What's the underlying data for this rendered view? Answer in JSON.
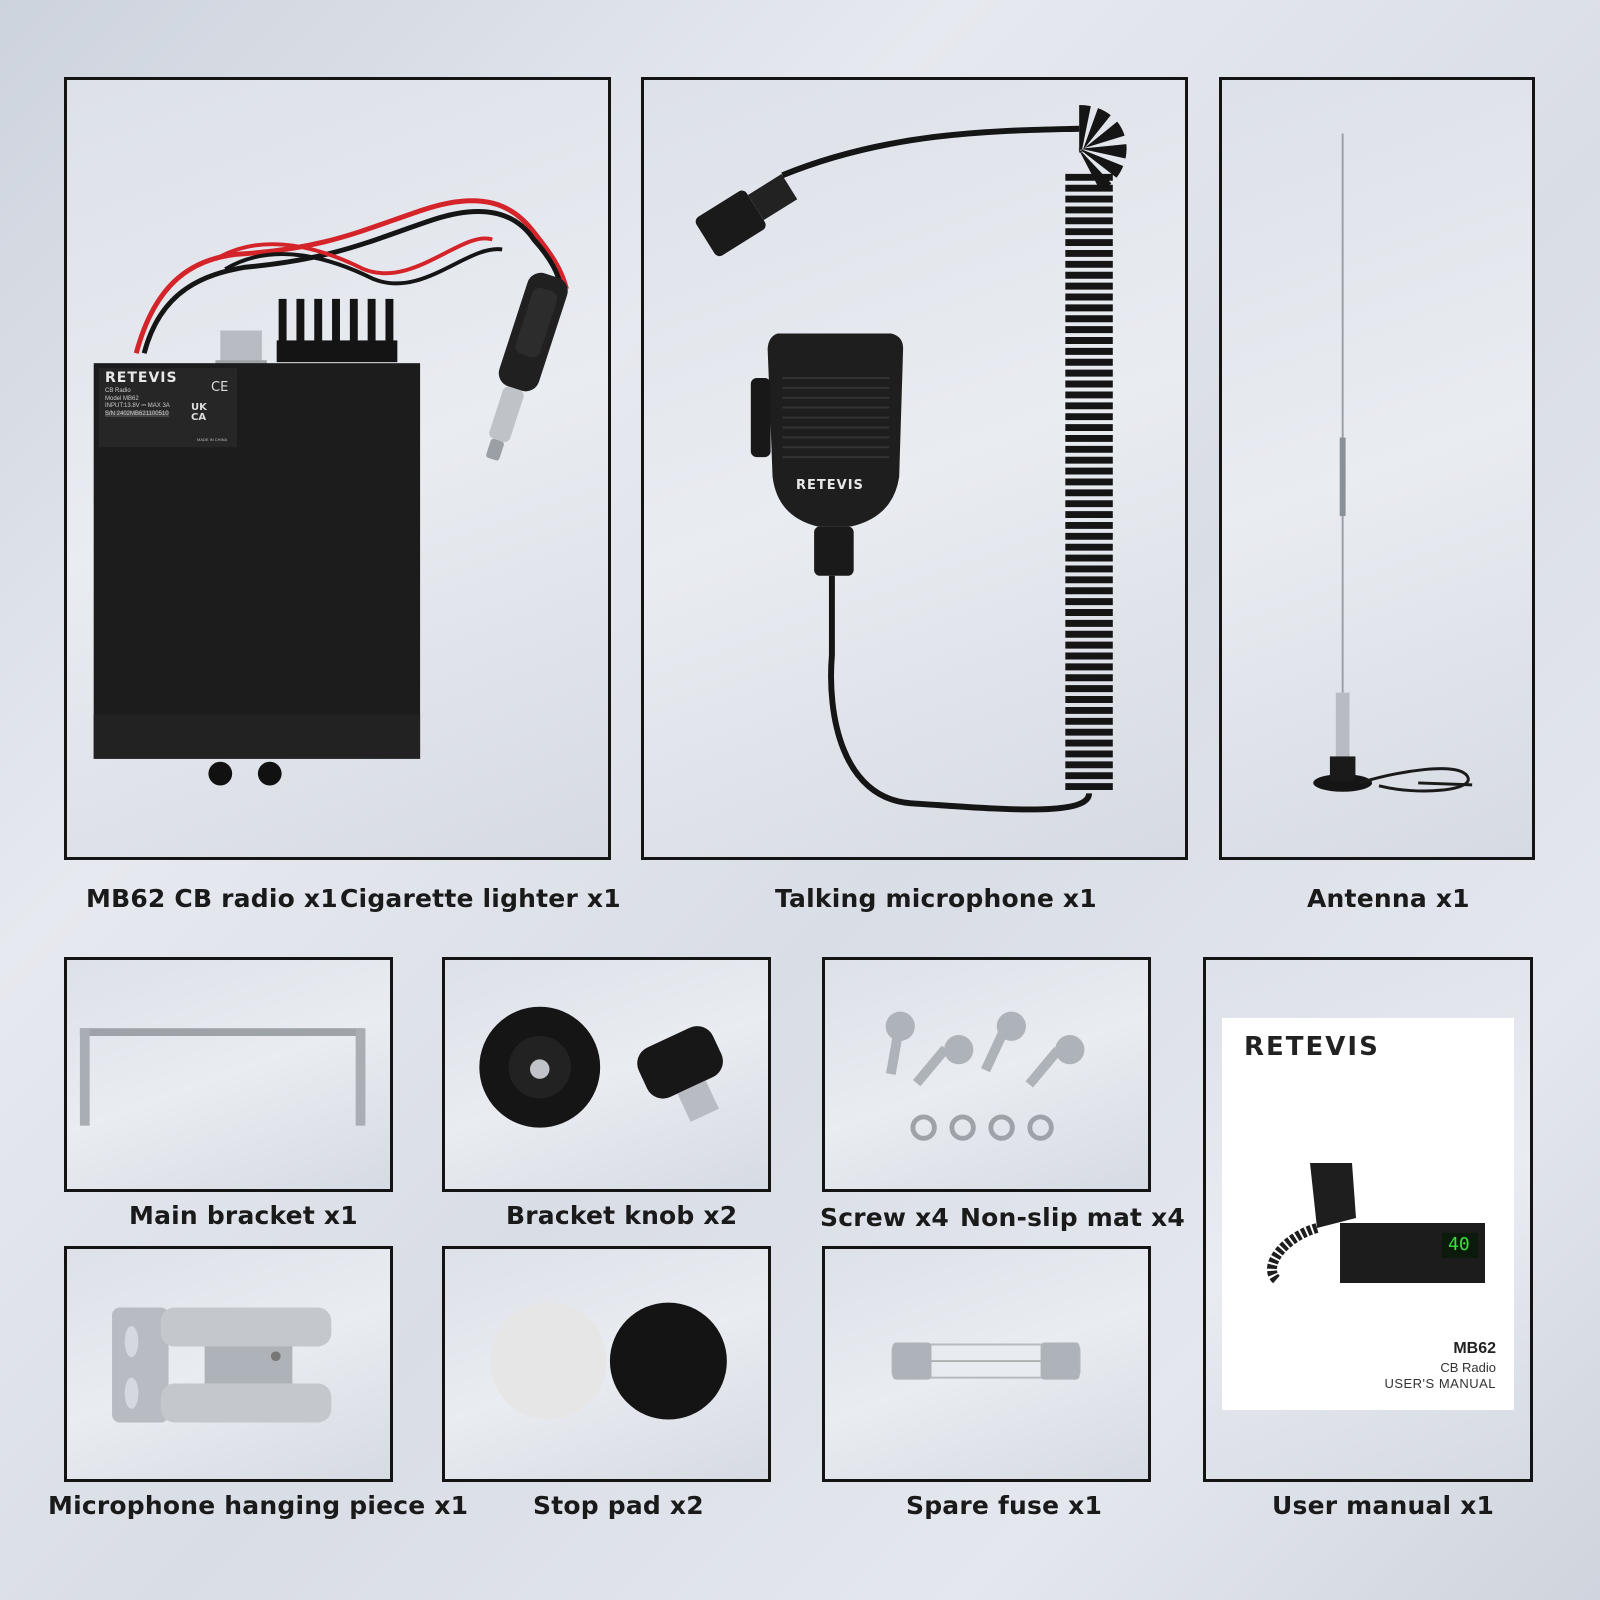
{
  "labels": {
    "radio": "MB62 CB radio x1",
    "lighter": "Cigarette lighter x1",
    "microphone": "Talking microphone x1",
    "antenna": "Antenna x1",
    "bracket": "Main bracket x1",
    "knob": "Bracket knob x2",
    "screw": "Screw x4",
    "mat": "Non-slip mat x4",
    "hanger": "Microphone hanging piece x1",
    "pad": "Stop pad x2",
    "fuse": "Spare fuse x1",
    "manual": "User manual x1"
  },
  "brand": "RETEVIS",
  "radio_label": {
    "line1": "CB Radio",
    "line2": "Model MB62",
    "line3": "INPUT:13.8V ⎓ MAX 3A",
    "line4": "S/N 2402MB621100510",
    "ce": "CE",
    "ukca1": "UK",
    "ukca2": "CA",
    "made": "MADE IN CHINA"
  },
  "manual": {
    "model": "MB62",
    "subtitle": "CB Radio",
    "doc": "USER'S  MANUAL",
    "display": "40"
  },
  "colors": {
    "border": "#141414",
    "radio_body": "#1c1c1c",
    "wire_red": "#d4242a",
    "wire_black": "#151515",
    "metal": "#b8bcc2"
  }
}
